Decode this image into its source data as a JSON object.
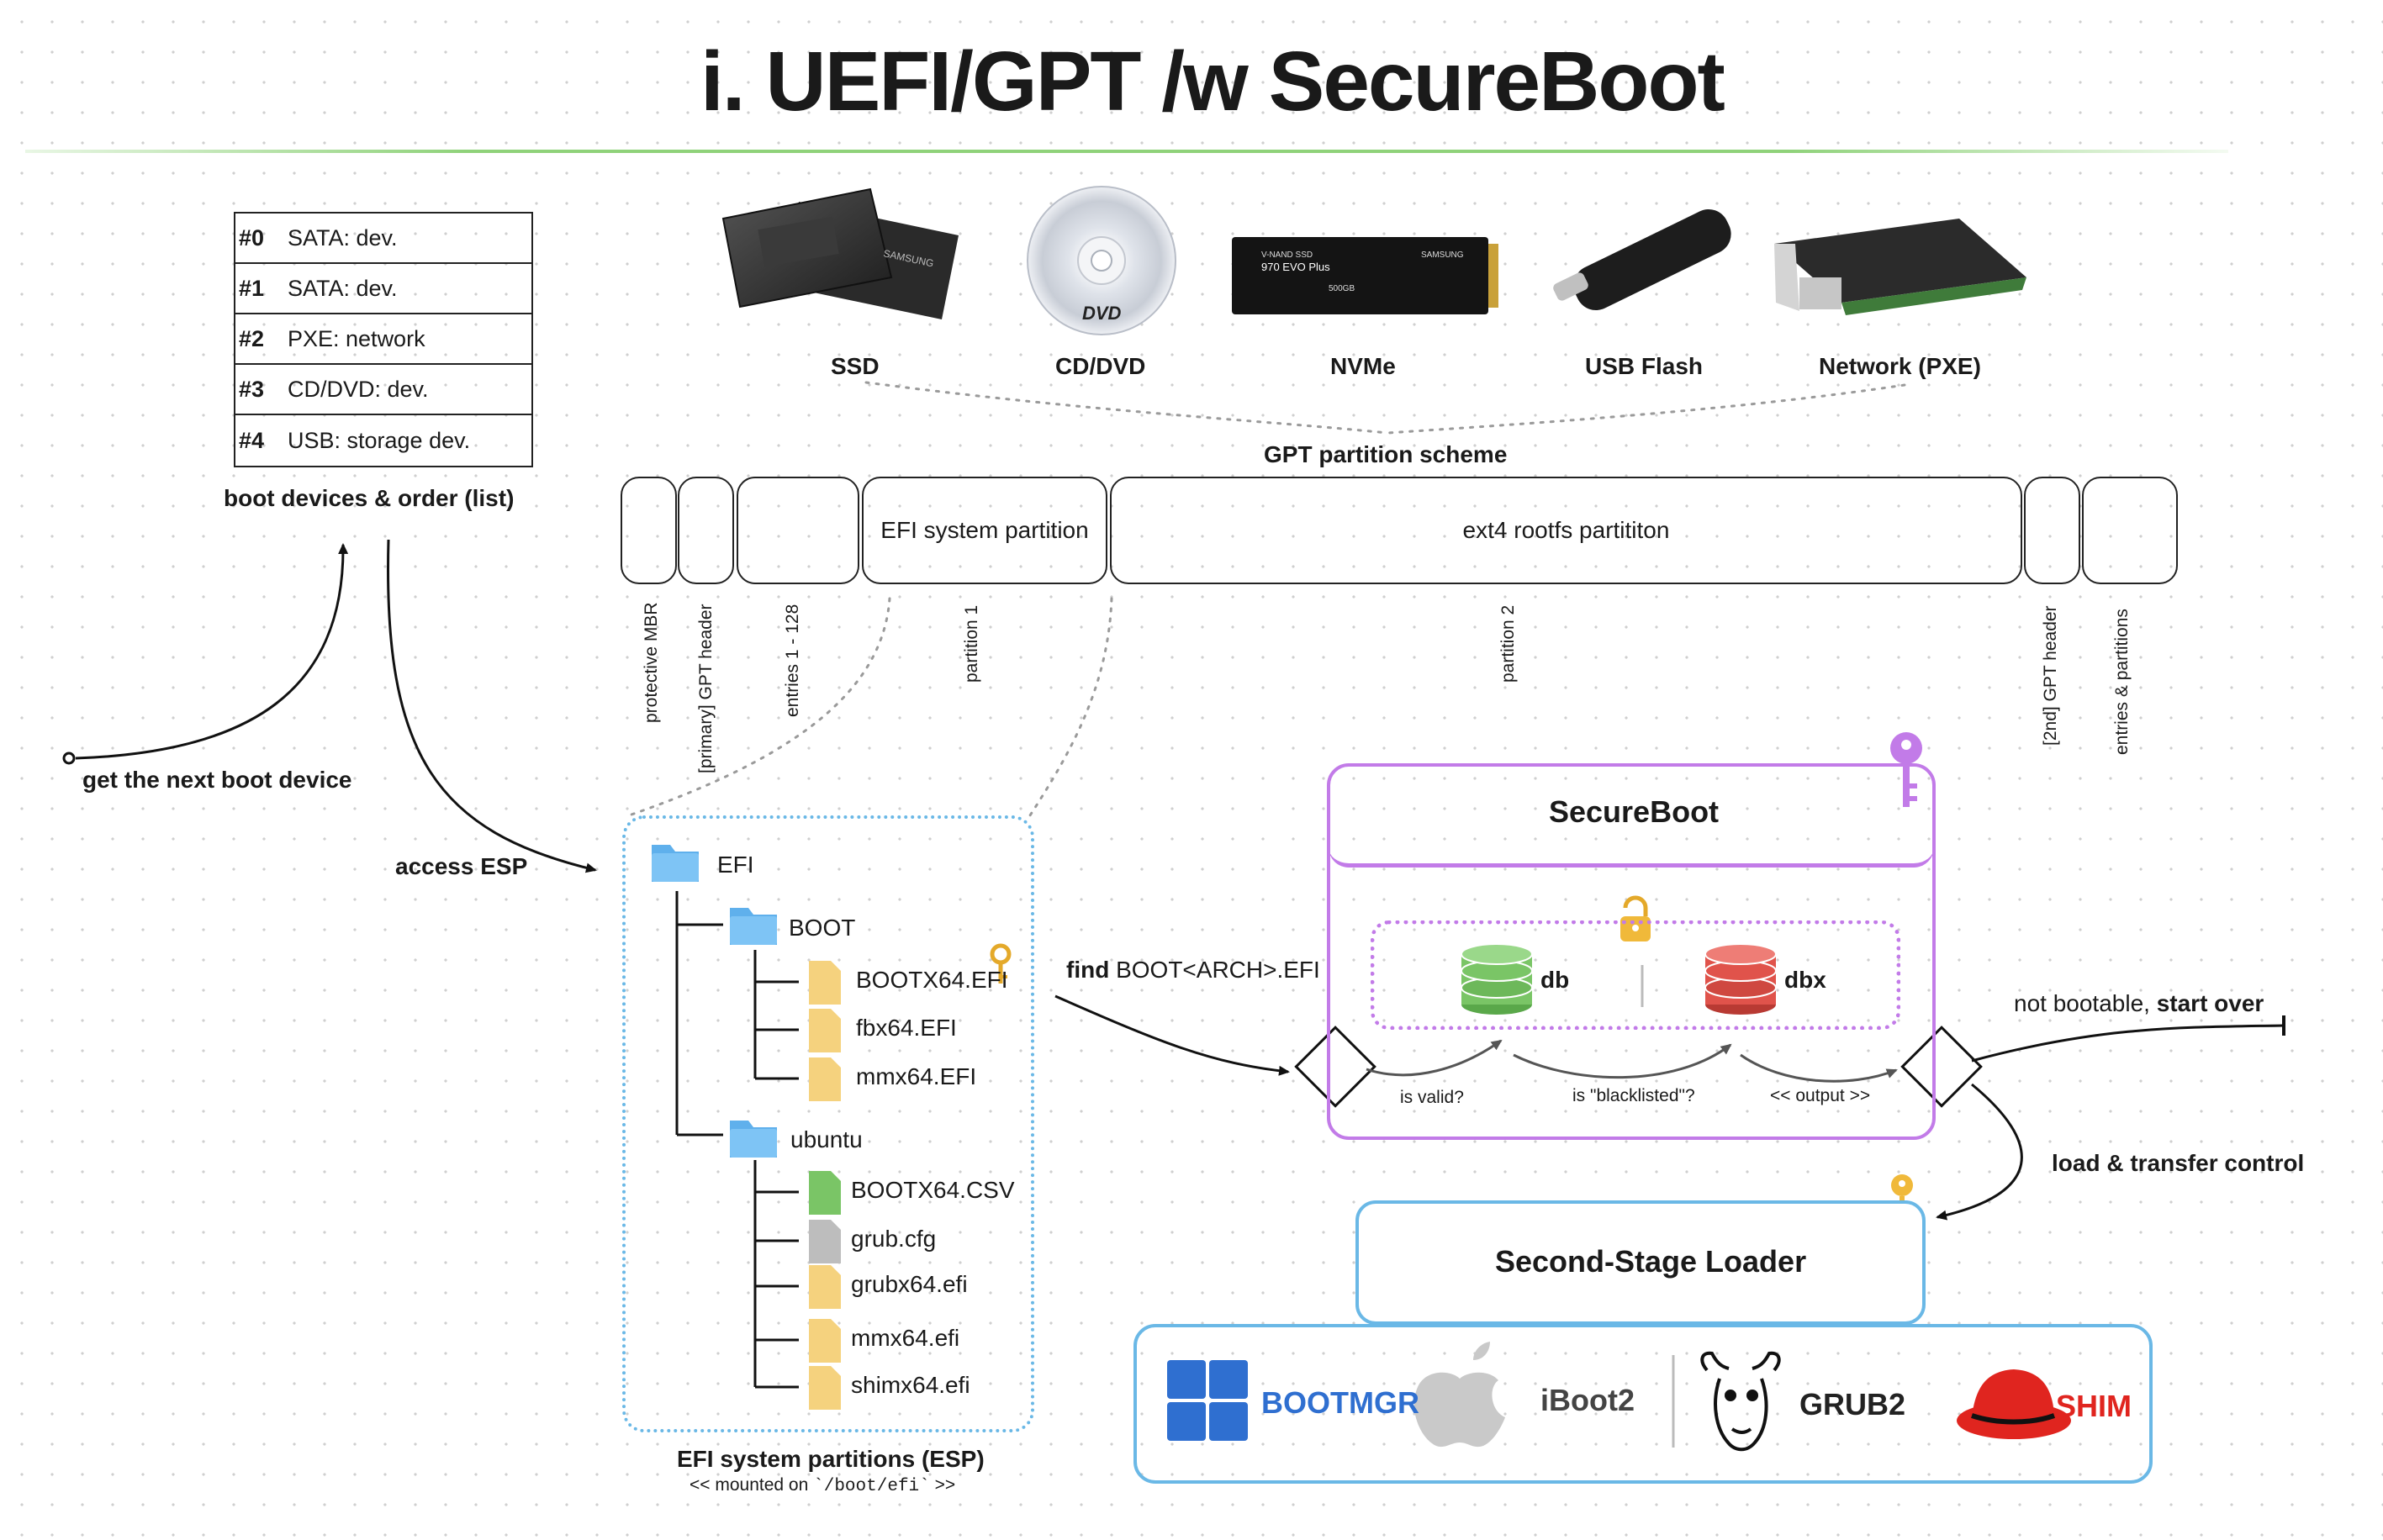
{
  "title": "i. UEFI/GPT /w SecureBoot",
  "boot_list": {
    "rows": [
      {
        "idx": "#0",
        "value": "SATA: dev."
      },
      {
        "idx": "#1",
        "value": "SATA: dev."
      },
      {
        "idx": "#2",
        "value": "PXE: network"
      },
      {
        "idx": "#3",
        "value": "CD/DVD: dev."
      },
      {
        "idx": "#4",
        "value": "USB: storage dev."
      }
    ],
    "caption": "boot devices & order (list)"
  },
  "flow": {
    "next_device": "get the next boot device",
    "access_esp": "access ESP",
    "find_prefix": "find",
    "find_target": "BOOT<ARCH>.EFI",
    "not_bootable": "not bootable,",
    "start_over": "start over",
    "load_transfer": "load & transfer control"
  },
  "devices": [
    "SSD",
    "CD/DVD",
    "NVMe",
    "USB Flash",
    "Network (PXE)"
  ],
  "gpt": {
    "scheme_label": "GPT partition scheme",
    "esp_box": "EFI system partition",
    "rootfs_box": "ext4 rootfs partititon",
    "segment_labels": [
      "protective MBR",
      "[primary] GPT header",
      "entries 1 - 128",
      "partition 1",
      "partition 2",
      "[2nd] GPT header",
      "entries & partitions"
    ]
  },
  "esp": {
    "tree": {
      "efi": "EFI",
      "boot": "BOOT",
      "boot_files": [
        "BOOTX64.EFI",
        "fbx64.EFI",
        "mmx64.EFI"
      ],
      "ubuntu": "ubuntu",
      "ubuntu_files": [
        "BOOTX64.CSV",
        "grub.cfg",
        "grubx64.efi",
        "mmx64.efi",
        "shimx64.efi"
      ]
    },
    "caption": "EFI system partitions (ESP)",
    "mount_prefix": "<< mounted on",
    "mount_path": "`/boot/efi`",
    "mount_suffix": ">>"
  },
  "secureboot": {
    "title": "SecureBoot",
    "db": "db",
    "dbx": "dbx",
    "steps": [
      "is valid?",
      "is \"blacklisted\"?",
      "<< output >>"
    ]
  },
  "loader": {
    "title": "Second-Stage Loader",
    "items": [
      "BOOTMGR",
      "iBoot2",
      "GRUB2",
      "SHIM"
    ]
  },
  "colors": {
    "divider_green": "#8fd27a",
    "secureboot_purple": "#c27be8",
    "db_green": "#7ac566",
    "dbx_red": "#e0534b",
    "loader_blue": "#6ab8e6",
    "esp_blue": "#6ab8e6",
    "bootmgr_blue": "#2f6fd0",
    "shim_red": "#e0251f",
    "key_gold": "#f0b93a"
  }
}
